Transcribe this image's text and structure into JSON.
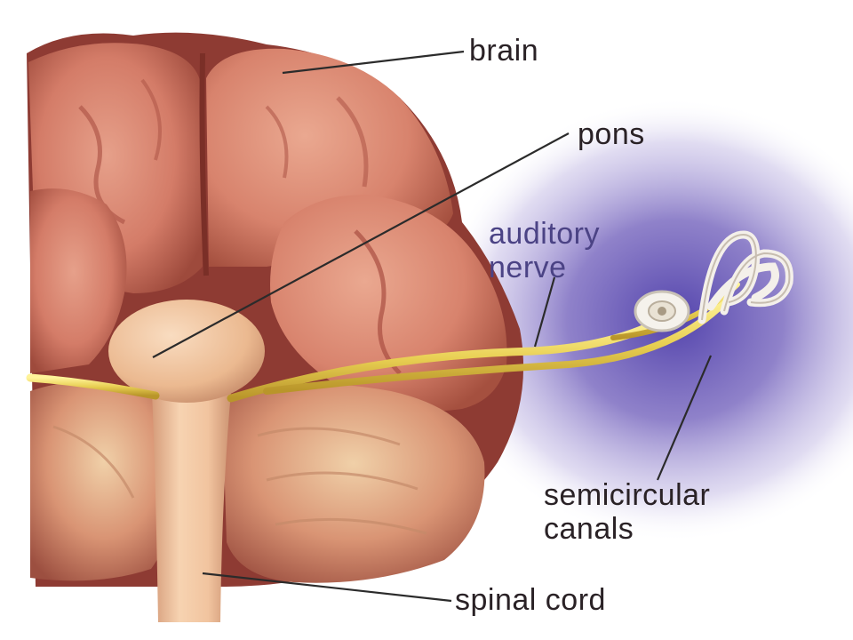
{
  "diagram": {
    "labels": {
      "brain": "brain",
      "pons": "pons",
      "auditory_line1": "auditory",
      "auditory_line2": "nerve",
      "semicircular_line1": "semicircular",
      "semicircular_line2": "canals",
      "spinal_cord": "spinal cord"
    },
    "colors": {
      "brain_tissue": "#d9806a",
      "brain_shadow": "#8e3b33",
      "cerebellum": "#cf8466",
      "brainstem": "#f3c7a2",
      "nerve": "#ecd25c",
      "halo": "#6a58b8",
      "leader_line": "#2b2b2b"
    }
  }
}
